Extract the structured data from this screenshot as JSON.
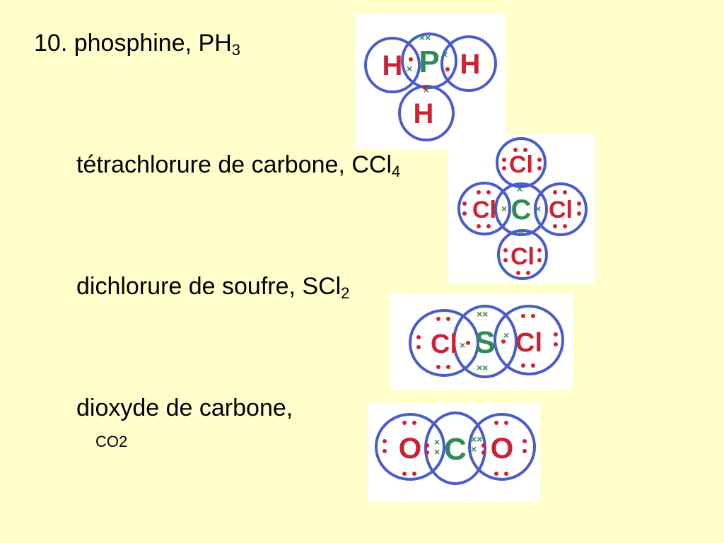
{
  "slide": {
    "items": [
      {
        "prefix": "10. phosphine, PH",
        "sub": "3"
      },
      {
        "prefix": "tétrachlorure de carbone, CCl",
        "sub": "4"
      },
      {
        "prefix": "dichlorure de soufre, SCl",
        "sub": "2"
      },
      {
        "prefix": "dioxyde de carbone,",
        "sub": ""
      }
    ],
    "co2_formula": "CO2"
  },
  "diagrams": {
    "ph3": {
      "central": "P",
      "outer": "H"
    },
    "ccl4": {
      "central": "C",
      "outer": "Cl"
    },
    "scl2": {
      "central": "S",
      "outer": "Cl"
    },
    "co2": {
      "central": "C",
      "outer": "O"
    }
  },
  "colors": {
    "background": "#ffffcc",
    "circle": "#4a5cc8",
    "outer_atom": "#cc2233",
    "central_atom": "#2e8b57",
    "cross": "#2e8b57",
    "dot": "#cc2233"
  }
}
